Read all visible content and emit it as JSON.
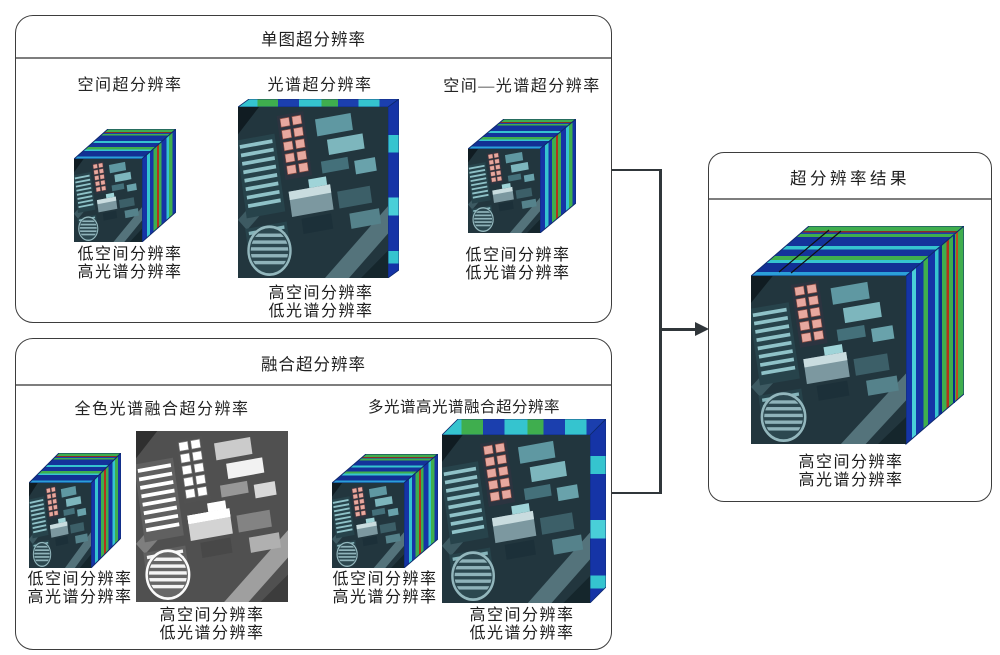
{
  "figure": {
    "single_box": {
      "title": "单图超分辨率",
      "columns": [
        {
          "header": "空间超分辨率",
          "caption": [
            "低空间分辨率",
            "高光谱分辨率"
          ]
        },
        {
          "header": "光谱超分辨率",
          "caption": [
            "高空间分辨率",
            "低光谱分辨率"
          ]
        },
        {
          "header": "空间—光谱超分辨率",
          "caption": [
            "低空间分辨率",
            "低光谱分辨率"
          ]
        }
      ]
    },
    "fusion_box": {
      "title": "融合超分辨率",
      "groups": [
        {
          "header": "全色光谱融合超分辨率",
          "low_input_caption": [
            "低空间分辨率",
            "高光谱分辨率"
          ],
          "high_input_caption": [
            "高空间分辨率",
            "低光谱分辨率"
          ]
        },
        {
          "header": "多光谱高光谱融合超分辨率",
          "low_input_caption": [
            "低空间分辨率",
            "高光谱分辨率"
          ],
          "high_input_caption": [
            "高空间分辨率",
            "低光谱分辨率"
          ]
        }
      ]
    },
    "result_box": {
      "title": "超分辨率结果",
      "caption": [
        "高空间分辨率",
        "高光谱分辨率"
      ]
    },
    "colors": {
      "band_blue": "#1534a6",
      "band_cyan": "#35c4cf",
      "band_green": "#3fae4e",
      "band_red": "#b3321b",
      "connector": "#30363a"
    }
  }
}
